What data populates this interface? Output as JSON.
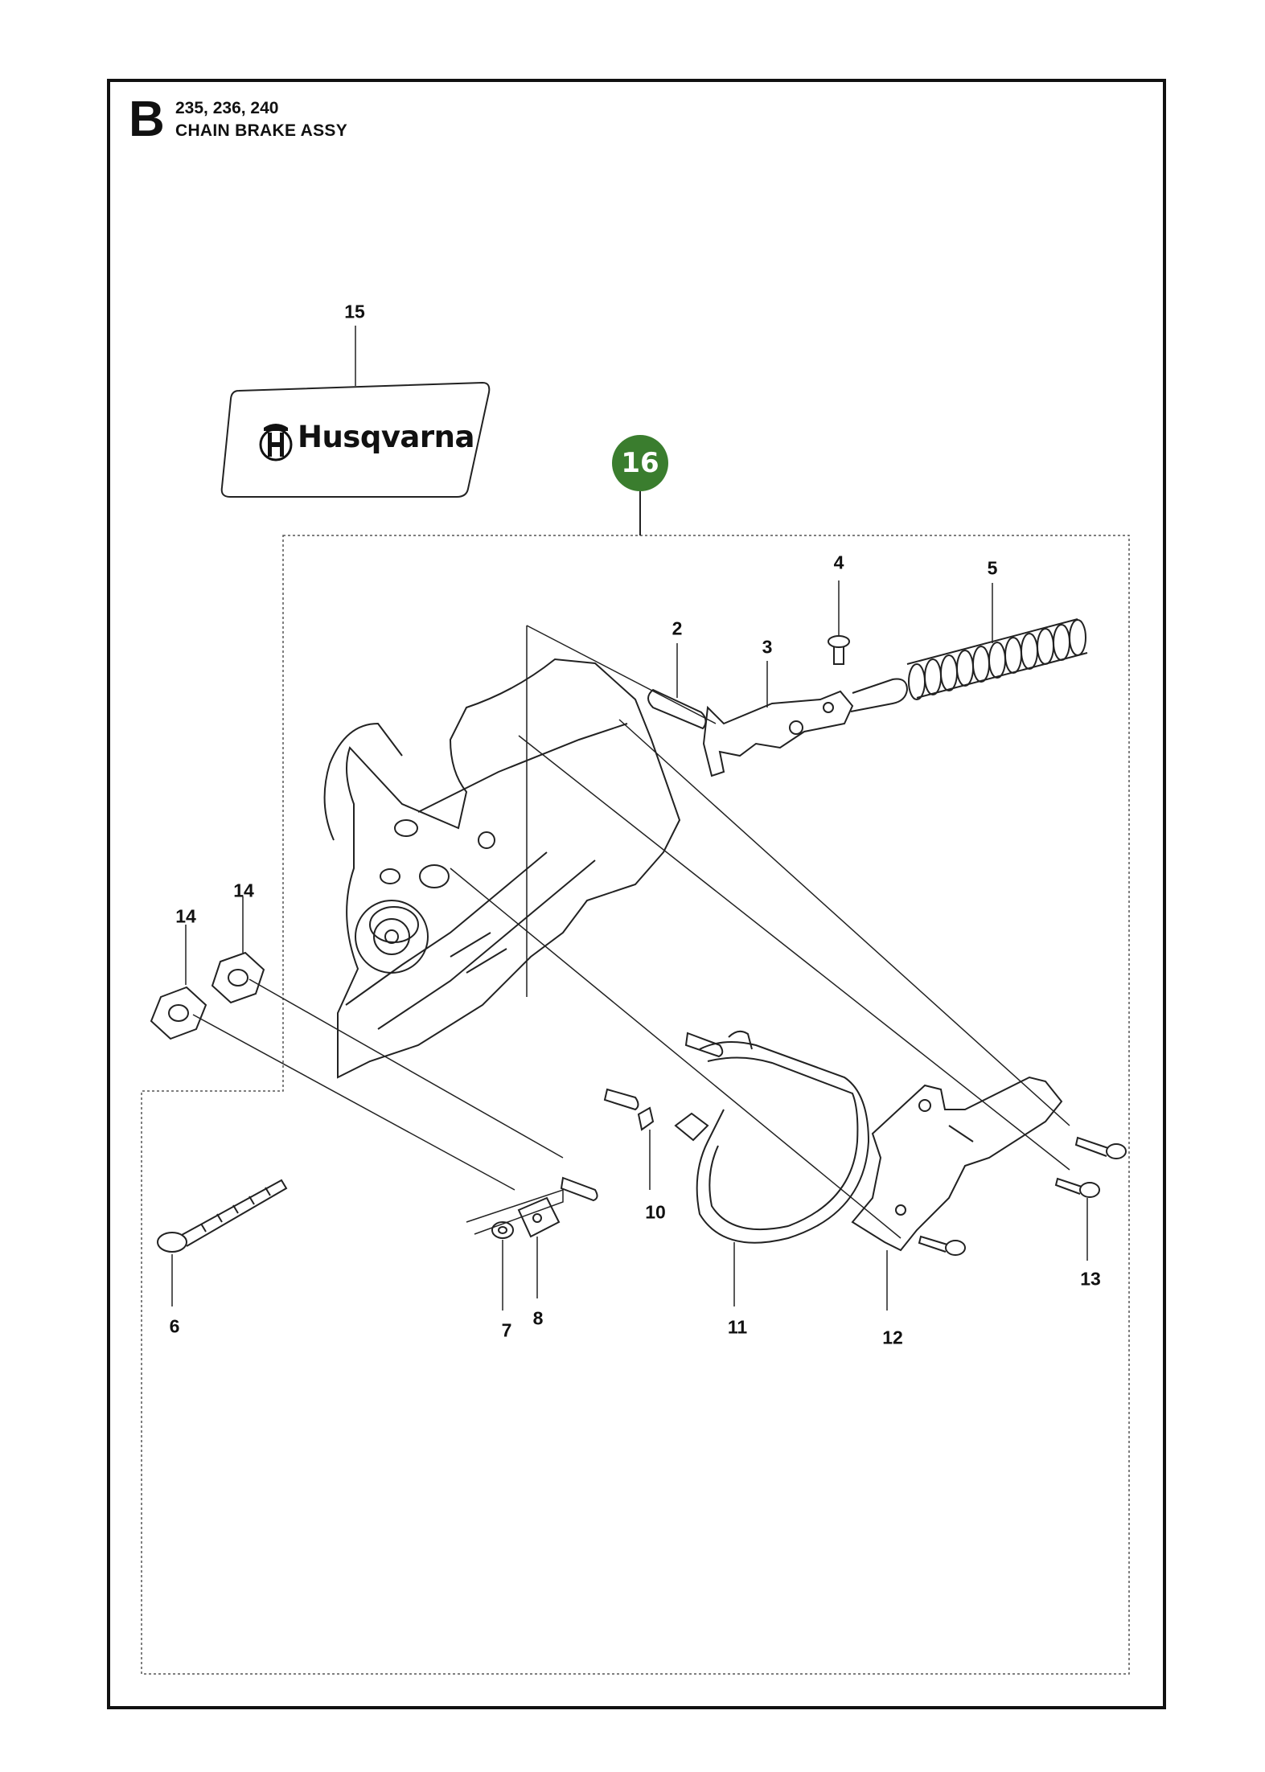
{
  "header": {
    "section_letter": "B",
    "models": "235, 236, 240",
    "title": "CHAIN BRAKE ASSY"
  },
  "decal": {
    "brand_text": "Husqvarna",
    "logo_icon": "husqvarna-crown-h-icon"
  },
  "assembly_badge": {
    "label": "16",
    "color": "#3a7d2e"
  },
  "callouts": {
    "c2": "2",
    "c3": "3",
    "c4": "4",
    "c5": "5",
    "c6": "6",
    "c7": "7",
    "c8": "8",
    "c10": "10",
    "c11": "11",
    "c12": "12",
    "c13": "13",
    "c14a": "14",
    "c14b": "14",
    "c15": "15"
  }
}
